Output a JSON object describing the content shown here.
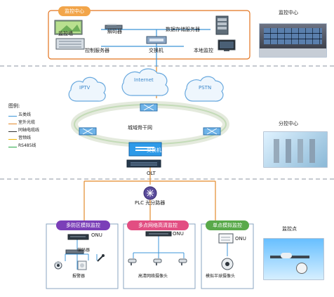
{
  "top": {
    "badge": "监控中心",
    "monitor_wall": "监控墙",
    "decoder": "解码器",
    "control_server": "控制服务器",
    "storage_server": "数据存储服务器",
    "switch": "交换机",
    "local_monitor": "本地监控",
    "right_label": "监控中心"
  },
  "cloud": {
    "iptv": "IPTV",
    "internet": "Internet",
    "pstn": "PSTN"
  },
  "legend": {
    "title": "图例:",
    "items": [
      "五类线",
      "室外光缆",
      "同轴电缆线",
      "音频线",
      "RS485线"
    ],
    "colors": [
      "#3c95d8",
      "#e38a2b",
      "#333333",
      "#f0b400",
      "#2aa845"
    ]
  },
  "middle": {
    "backbone": "城域骨干网",
    "switch": "交换机",
    "olt": "OLT",
    "right_label": "分控中心"
  },
  "bottom": {
    "splitter": "PLC 光分路器",
    "right_label": "监控点",
    "groups": [
      {
        "title": "多防区模拟监控",
        "onu": "ONU",
        "encoder": "编码器",
        "alarm": "报警器"
      },
      {
        "title": "多点网络高清监控",
        "onu": "ONU",
        "camera": "高清网络摄像头"
      },
      {
        "title": "单点模拟监控",
        "onu": "ONU",
        "camera": "模拟半球摄像头"
      }
    ]
  },
  "colors": {
    "accent": "#e2731f",
    "purple": "#7b3fb8",
    "pink": "#e24e82",
    "green": "#59a94a",
    "line_blue": "#3c95d8"
  }
}
